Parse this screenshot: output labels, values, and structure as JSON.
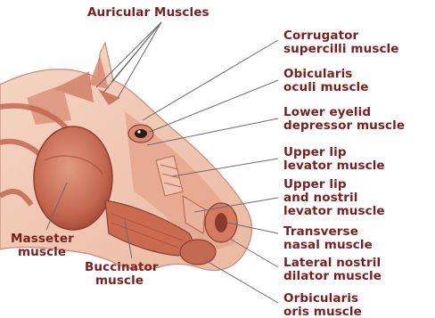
{
  "labels": {
    "auricular": [
      "Auricular Muscles"
    ],
    "corrugator": [
      "Corrugator",
      "supercilli muscle"
    ],
    "obicularis_oculi": [
      "Obicularis",
      "oculi muscle"
    ],
    "lower_eyelid": [
      "Lower eyelid",
      "depressor muscle"
    ],
    "upper_lip_levator": [
      "Upper lip",
      "levator muscle"
    ],
    "upper_lip_nostril": [
      "Upper lip",
      "and nostril",
      "levator muscle"
    ],
    "transverse_nasal": [
      "Transverse",
      "nasal muscle"
    ],
    "lateral_nostril": [
      "Lateral nostril",
      "dilator muscle"
    ],
    "orbicularis_oris": [
      "Orbicularis",
      "oris muscle"
    ],
    "masseter": [
      "Masseter",
      "muscle"
    ],
    "buccinator": [
      "Buccinator",
      "muscle"
    ]
  },
  "colors": {
    "label_text": "#7a1e1e",
    "leader_line": "#6b6b6b",
    "skin": "#f1c8b4",
    "muscle": "#c9725a",
    "muscle_dark": "#a84e3c",
    "muscle_light": "#e7a88f"
  }
}
